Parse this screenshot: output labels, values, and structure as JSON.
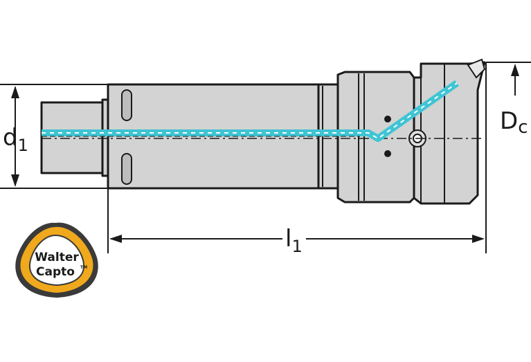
{
  "dimensions": {
    "d1": {
      "main": "d",
      "sub": "1"
    },
    "dc": {
      "main": "D",
      "sub": "c"
    },
    "l1": {
      "main": "l",
      "sub": "1"
    }
  },
  "logo": {
    "line1": "Walter",
    "line2": "Capto",
    "tm": "TM"
  },
  "colors": {
    "body": "#d3d3d3",
    "outline": "#1a1a1a",
    "coolant": "#3fc4d4",
    "logo_orange": "#f0a81c",
    "logo_ring": "#3a3a3a",
    "background": "#ffffff"
  }
}
